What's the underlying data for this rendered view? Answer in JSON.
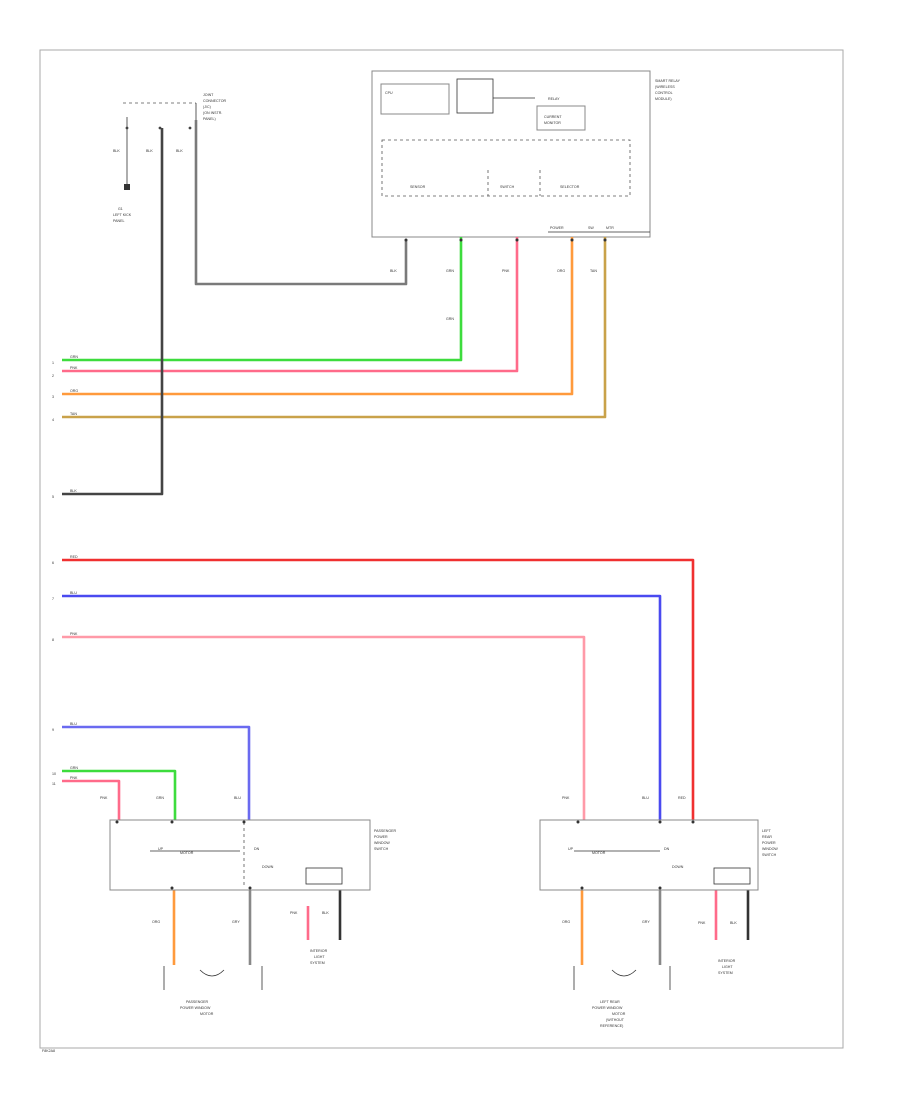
{
  "diagram": {
    "footer_code": "F8K2A8",
    "colors": {
      "grn": "#3ddc3d",
      "pnk": "#ff6b8a",
      "org": "#ff9a3c",
      "tan": "#c9a24a",
      "blk": "#222222",
      "gry": "#7a7a7a",
      "red": "#f03030",
      "blu": "#4a4af0",
      "lpnk": "#ff9aa8"
    },
    "top_connector": {
      "label_lines": [
        "JOINT",
        "CONNECTOR",
        "(J/C)",
        "(ON INSTR.",
        "PANEL)"
      ],
      "wire_labels": [
        "BLK",
        "BLK",
        "BLK"
      ]
    },
    "ground": {
      "label_lines": [
        "G1",
        "LEFT KICK",
        "PANEL"
      ]
    },
    "module": {
      "label_lines": [
        "SMART RELAY",
        "(WIRELESS",
        "CONTROL",
        "MODULE)"
      ],
      "cpu_label": "CPU",
      "sub_label_lines": [
        "CURRENT",
        "MONITOR"
      ],
      "relay_label": "RELAY",
      "blocks": [
        "SENSOR",
        "SWITCH",
        "SELECTOR"
      ],
      "bottom_labels": [
        "POWER",
        "SW",
        "MTR"
      ],
      "wire_labels": [
        "BLK",
        "GRN",
        "PNK",
        "ORG",
        "TAN",
        "GRN"
      ]
    },
    "left_terminals": [
      {
        "num": "1",
        "label": "GRN"
      },
      {
        "num": "2",
        "label": "PNK"
      },
      {
        "num": "3",
        "label": "ORG"
      },
      {
        "num": "4",
        "label": "TAN"
      },
      {
        "num": "5",
        "label": "BLK"
      },
      {
        "num": "6",
        "label": "RED"
      },
      {
        "num": "7",
        "label": "BLU"
      },
      {
        "num": "8",
        "label": "PNK"
      },
      {
        "num": "9",
        "label": "BLU"
      },
      {
        "num": "10",
        "label": "GRN"
      },
      {
        "num": "11",
        "label": "PNK"
      }
    ],
    "left_switch": {
      "label_lines": [
        "PASSENGER",
        "POWER",
        "WINDOW",
        "SWITCH"
      ],
      "top_wire_labels": [
        "PNK",
        "GRN",
        "BLU"
      ],
      "inner_labels": [
        "UP",
        "MOTOR",
        "DN",
        "DOWN"
      ],
      "bottom_wire_labels": [
        "ORG",
        "GRY",
        "PNK",
        "BLK"
      ],
      "motor_label_lines": [
        "PASSENGER",
        "POWER WINDOW",
        "MOTOR"
      ],
      "lamp_label_lines": [
        "INTERIOR",
        "LIGHT",
        "SYSTEM"
      ]
    },
    "right_switch": {
      "label_lines": [
        "LEFT",
        "REAR",
        "POWER",
        "WINDOW",
        "SWITCH"
      ],
      "top_wire_labels": [
        "PNK",
        "BLU",
        "RED"
      ],
      "inner_labels": [
        "UP",
        "MOTOR",
        "DN",
        "DOWN"
      ],
      "bottom_wire_labels": [
        "ORG",
        "GRY",
        "PNK",
        "BLK"
      ],
      "motor_label_lines": [
        "LEFT REAR",
        "POWER WINDOW",
        "MOTOR",
        "(WITHOUT",
        "REFERENCE)"
      ],
      "lamp_label_lines": [
        "INTERIOR",
        "LIGHT",
        "SYSTEM"
      ]
    }
  }
}
